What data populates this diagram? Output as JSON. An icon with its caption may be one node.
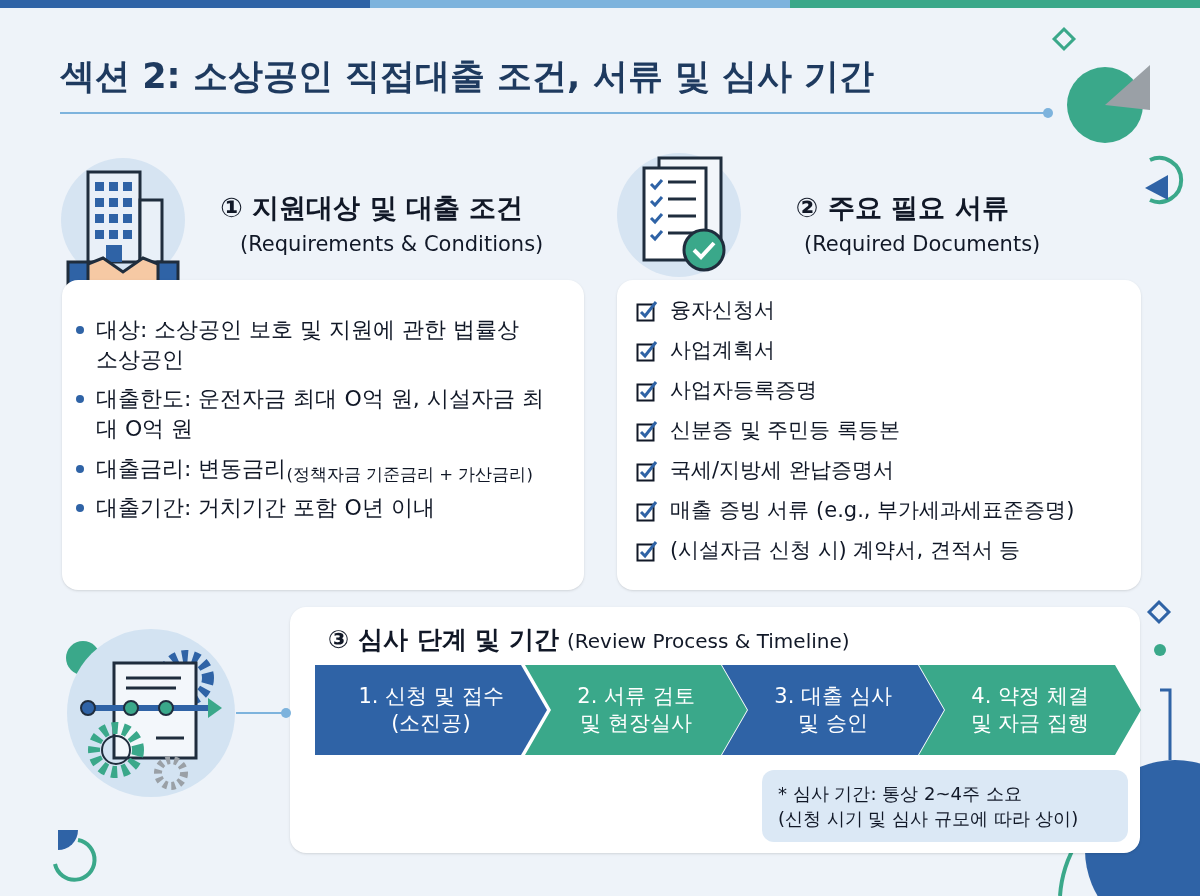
{
  "diagram": {
    "title": "섹션 2: 소상공인 직접대출 조건, 서류 및 심사 기간",
    "nodes": [
      {
        "text": [
          "① 지원대상 및 대출 조건",
          "(Requirements & Conditions)",
          "대상: 소상공인 보호 및 지원에 관한 법률상 소상공인",
          "대출한도: 운전자금 최대 O억 원, 시설자금 최대 O억 원",
          "대출금리: 변동금리$_{(정책자금 기준금리 + 가산금리)}$",
          "대출기간: 거치기간 포함 O년 이내"
        ]
      },
      {
        "text": [
          "② 주요 필요 서류",
          "(Required Documents)",
          "융자신청서",
          "사업계획서",
          "사업자등록증명",
          "신분증 및 주민등 록등본",
          "국세/지방세 완납증명서",
          "매출 증빙 서류 (e.g., 부가세과세표준증명)",
          "(시설자금 신청 시) 계약서, 견적서 등"
        ]
      },
      {
        "text": [
          "③ 심사 단계 및 기간",
          "(Review Process & Timeline)"
        ]
      },
      {
        "text": [
          "1. 신청 및 접수 (소진공)"
        ],
        "in": 2
      },
      {
        "text": [
          "2. 서류 검토 및 현장실사"
        ],
        "in": 2
      },
      {
        "text": [
          "3. 대출 심사 및 승인"
        ],
        "in": 2
      },
      {
        "text": [
          "4. 약정 체결 및 자금 집행"
        ],
        "in": 2
      },
      {
        "text": [
          "* 심사 기간: 통상 2~4주 소요",
          "(신청 시기 및 심사 규모에 따라 상이)"
        ],
        "in": 2
      },
      {
        "text": [],
        "shape": "picture"
      }
    ],
    "edges": [
      {
        "from": 8,
        "to": 2,
        "arrow": "other"
      }
    ]
  }
}
